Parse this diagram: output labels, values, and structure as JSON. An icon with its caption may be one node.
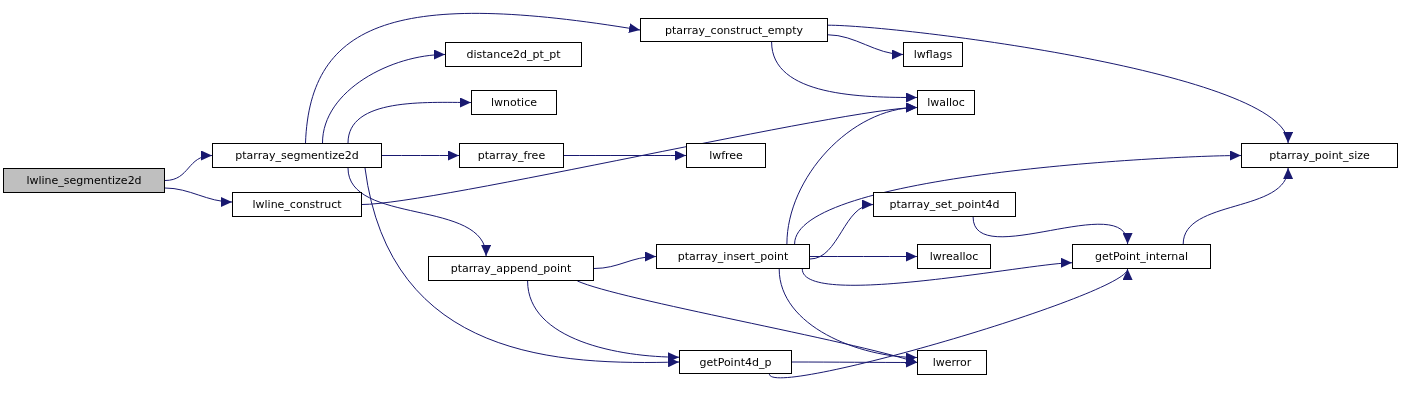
{
  "diagram": {
    "nodes": [
      {
        "text": [
          "lwline_segmentize2d"
        ]
      },
      {
        "text": [
          "ptarray_segmentize2d"
        ]
      },
      {
        "text": [
          "lwline_construct"
        ]
      },
      {
        "text": [
          "ptarray_construct_empty"
        ]
      },
      {
        "text": [
          "distance2d_pt_pt"
        ]
      },
      {
        "text": [
          "lwnotice"
        ]
      },
      {
        "text": [
          "ptarray_free"
        ]
      },
      {
        "text": [
          "ptarray_append_point"
        ]
      },
      {
        "text": [
          "lwflags"
        ]
      },
      {
        "text": [
          "lwalloc"
        ]
      },
      {
        "text": [
          "lwfree"
        ]
      },
      {
        "text": [
          "ptarray_point_size"
        ]
      },
      {
        "text": [
          "ptarray_set_point4d"
        ]
      },
      {
        "text": [
          "ptarray_insert_point"
        ]
      },
      {
        "text": [
          "lwrealloc"
        ]
      },
      {
        "text": [
          "getPoint_internal"
        ]
      },
      {
        "text": [
          "getPoint4d_p"
        ]
      },
      {
        "text": [
          "lwerror"
        ]
      }
    ],
    "edges": [
      {
        "from": 0,
        "to": 1,
        "arrow": "to"
      },
      {
        "from": 0,
        "to": 2,
        "arrow": "to"
      },
      {
        "from": 1,
        "to": 3,
        "arrow": "to"
      },
      {
        "from": 1,
        "to": 4,
        "arrow": "to"
      },
      {
        "from": 1,
        "to": 5,
        "arrow": "to"
      },
      {
        "from": 1,
        "to": 6,
        "arrow": "to"
      },
      {
        "from": 1,
        "to": 7,
        "arrow": "to"
      },
      {
        "from": 1,
        "to": 16,
        "arrow": "to"
      },
      {
        "from": 2,
        "to": 9,
        "arrow": "to"
      },
      {
        "from": 3,
        "to": 8,
        "arrow": "to"
      },
      {
        "from": 3,
        "to": 9,
        "arrow": "to"
      },
      {
        "from": 3,
        "to": 11,
        "arrow": "to"
      },
      {
        "from": 6,
        "to": 10,
        "arrow": "to"
      },
      {
        "from": 7,
        "to": 13,
        "arrow": "to"
      },
      {
        "from": 7,
        "to": 16,
        "arrow": "to"
      },
      {
        "from": 7,
        "to": 17,
        "arrow": "to"
      },
      {
        "from": 13,
        "to": 9,
        "arrow": "to"
      },
      {
        "from": 13,
        "to": 11,
        "arrow": "to"
      },
      {
        "from": 13,
        "to": 12,
        "arrow": "to"
      },
      {
        "from": 13,
        "to": 14,
        "arrow": "to"
      },
      {
        "from": 13,
        "to": 15,
        "arrow": "to"
      },
      {
        "from": 13,
        "to": 17,
        "arrow": "to"
      },
      {
        "from": 12,
        "to": 15,
        "arrow": "to"
      },
      {
        "from": 15,
        "to": 11,
        "arrow": "to"
      },
      {
        "from": 16,
        "to": 17,
        "arrow": "to"
      },
      {
        "from": 16,
        "to": 15,
        "arrow": "to"
      }
    ]
  }
}
